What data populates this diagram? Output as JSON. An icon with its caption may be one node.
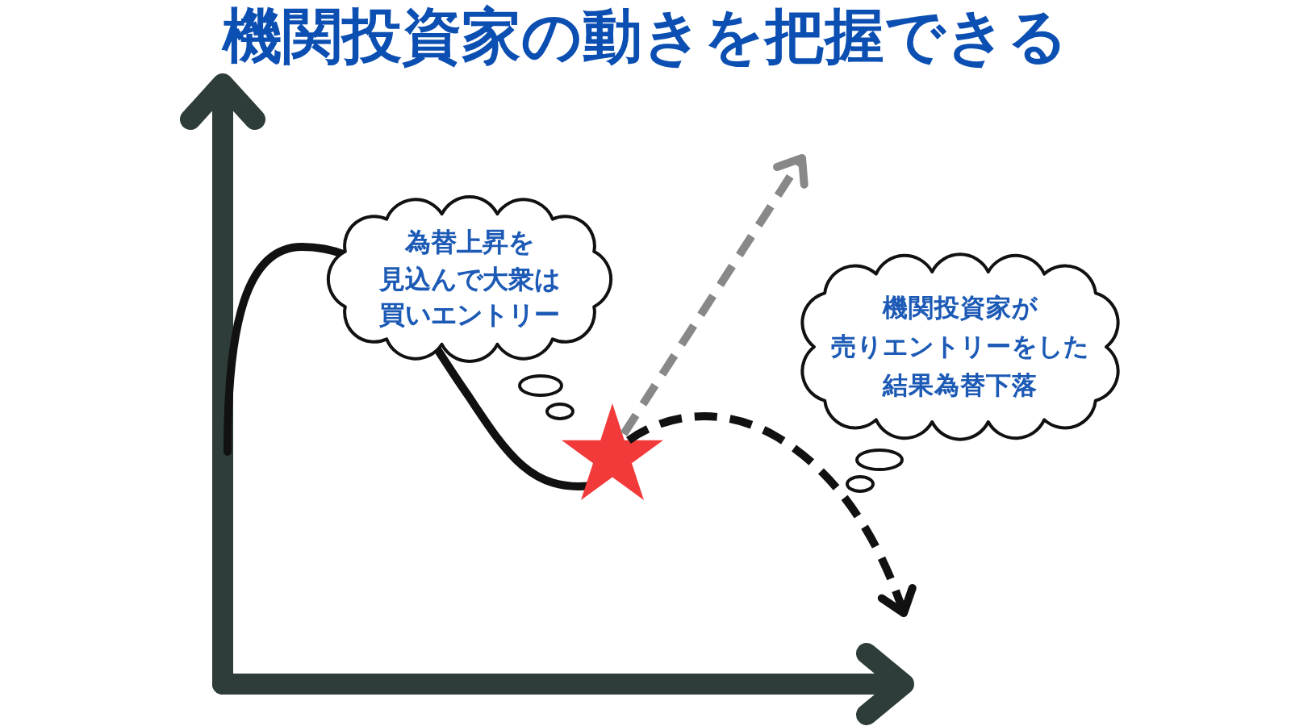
{
  "diagram": {
    "title": "機関投資家の動きを把握できる",
    "nodes": [
      {
        "text": [
          "為替上昇を見込んで大衆は買いエントリー"
        ]
      },
      {
        "text": [
          "機関投資家が売りエントリーをした結果為替下落"
        ]
      },
      {
        "text": [],
        "shape": "star"
      }
    ],
    "edges": [
      {
        "from": 2,
        "to": null,
        "arrow": "to",
        "style": "dashed",
        "color": "#888888"
      },
      {
        "from": 2,
        "to": null,
        "arrow": "to",
        "style": "dashed",
        "color": "#111111"
      },
      {
        "from": null,
        "to": 2,
        "arrow": "none",
        "color": "#111111"
      }
    ]
  }
}
